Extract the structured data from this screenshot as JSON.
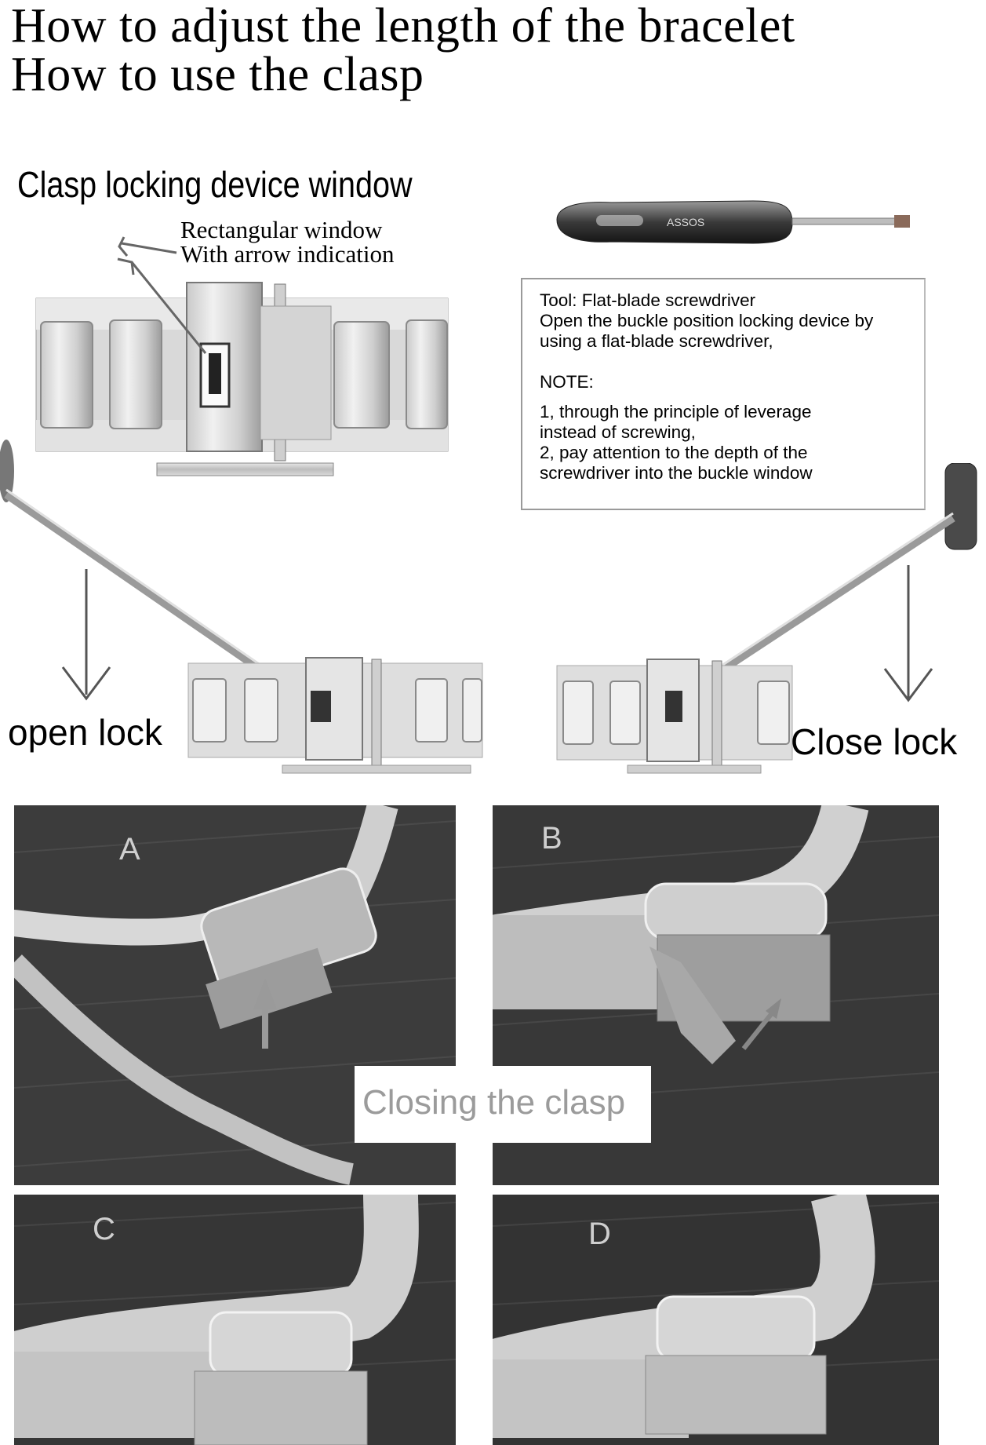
{
  "header": {
    "title_line1": "How to adjust the length of the bracelet",
    "title_line2": "How to use the clasp"
  },
  "clasp_section": {
    "heading": "Clasp locking device window",
    "callout_line1": "Rectangular window",
    "callout_line2": "With arrow indication"
  },
  "tool_note": {
    "line1": "Tool: Flat-blade screwdriver",
    "line2": "Open the buckle position locking device by",
    "line3": "using a flat-blade screwdriver,",
    "note_label": "NOTE:",
    "point1_line1": "1, through the principle of leverage",
    "point1_line2": "instead of screwing,",
    "point2_line1": "2, pay attention to the depth of the",
    "point2_line2": "screwdriver into the buckle window"
  },
  "screwdriver_brand": "ASSOS",
  "lock_labels": {
    "open": "open lock",
    "close": "Close lock"
  },
  "photos": [
    {
      "letter": "A"
    },
    {
      "letter": "B"
    },
    {
      "letter": "C"
    },
    {
      "letter": "D"
    }
  ],
  "closing_caption": "Closing the clasp",
  "colors": {
    "background": "#ffffff",
    "metal_light": "#e9e9e9",
    "metal_dark": "#8f8f8f",
    "photo_bg": "#3a3a3a",
    "caption_gray": "#9b9b9b"
  }
}
